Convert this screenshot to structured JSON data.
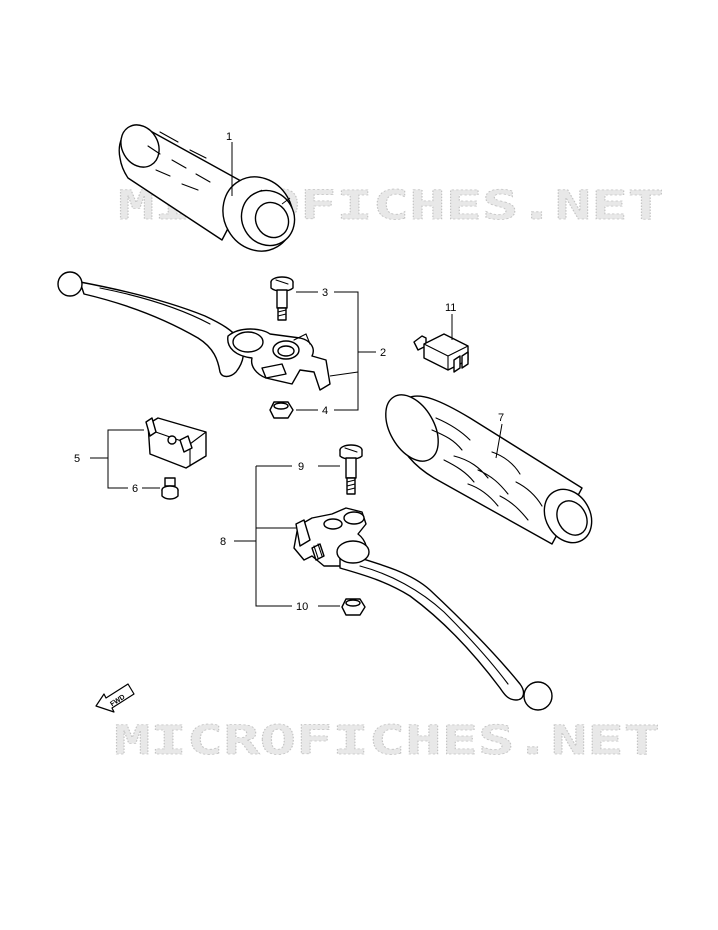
{
  "watermark": {
    "text": "MICROFICHES.NET"
  },
  "direction_arrow": {
    "label": "FWD"
  },
  "callouts": {
    "p1": "1",
    "p2": "2",
    "p3": "3",
    "p4": "4",
    "p5": "5",
    "p6": "6",
    "p7": "7",
    "p8": "8",
    "p9": "9",
    "p10": "10",
    "p11": "11"
  }
}
